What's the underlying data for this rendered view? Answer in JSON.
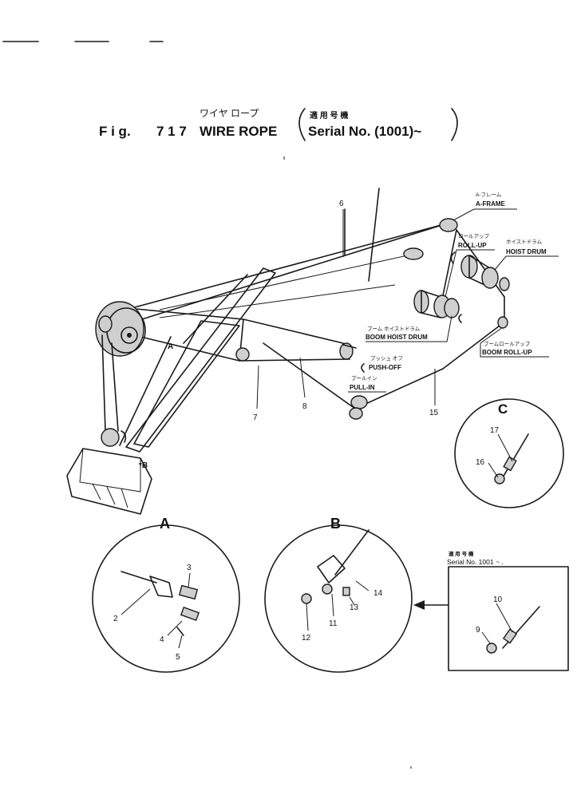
{
  "title": {
    "japanese": "ワイヤ ロープ",
    "fig_prefix": "F i g.",
    "fig_number": "7 1 7",
    "english": "WIRE ROPE",
    "serial_jp": "適 用 号 機",
    "serial": "Serial No. (1001)~"
  },
  "callouts": {
    "a_frame_jp": "A-フレーム",
    "a_frame": "A-FRAME",
    "roll_up_jp": "ロールアップ",
    "roll_up": "ROLL-UP",
    "hoist_drum_jp": "ホイストドラム",
    "hoist_drum": "HOIST DRUM",
    "boom_hoist_drum_jp": "ブーム ホイストドラム",
    "boom_hoist_drum": "BOOM HOIST DRUM",
    "boom_roll_up_jp": "ブームロールアップ",
    "boom_roll_up": "BOOM ROLL-UP",
    "push_off_jp": "プッシュ オフ",
    "push_off": "PUSH-OFF",
    "pull_in_jp": "プールイン",
    "pull_in": "PULL-IN"
  },
  "detail_refs": {
    "a": "A",
    "b": "*B"
  },
  "details": {
    "a": {
      "letter": "A"
    },
    "b": {
      "letter": "B"
    },
    "c": {
      "letter": "C"
    },
    "serial_box": {
      "jp": "適 用 号 機",
      "label": "Serial No. 1001 ~ ."
    }
  },
  "part_numbers": {
    "p2": "2",
    "p3": "3",
    "p4": "4",
    "p5": "5",
    "p6": "6",
    "p7": "7",
    "p8": "8",
    "p9": "9",
    "p10": "10",
    "p11": "11",
    "p12": "12",
    "p13": "13",
    "p14": "14",
    "p15": "15",
    "p16": "16",
    "p17": "17"
  }
}
